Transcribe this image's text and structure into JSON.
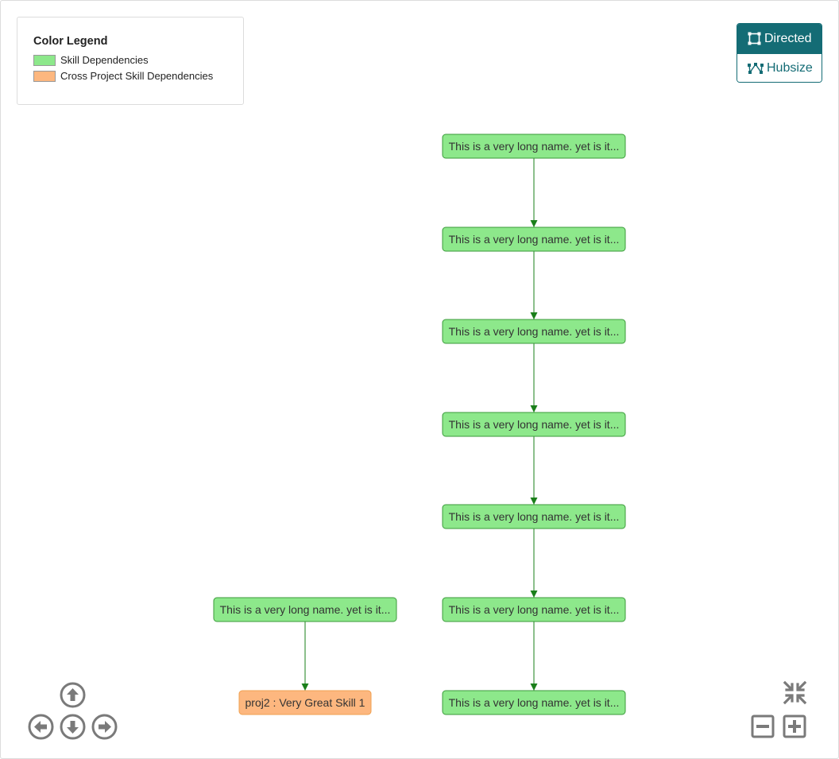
{
  "legend": {
    "title": "Color Legend",
    "items": [
      {
        "label": "Skill Dependencies",
        "color": "#8de88b",
        "border": "#7ac27a"
      },
      {
        "label": "Cross Project Skill Dependencies",
        "color": "#fdb77f",
        "border": "#e8a06a"
      }
    ]
  },
  "layout_toggle": {
    "directed_label": "Directed",
    "hubsize_label": "Hubsize",
    "accent": "#146c75"
  },
  "graph": {
    "nodes": [
      {
        "id": "n1",
        "label": "This is a very long name. yet is it...",
        "kind": "skill"
      },
      {
        "id": "n2",
        "label": "This is a very long name. yet is it...",
        "kind": "skill"
      },
      {
        "id": "n3",
        "label": "This is a very long name. yet is it...",
        "kind": "skill"
      },
      {
        "id": "n4",
        "label": "This is a very long name. yet is it...",
        "kind": "skill"
      },
      {
        "id": "n5",
        "label": "This is a very long name. yet is it...",
        "kind": "skill"
      },
      {
        "id": "n6",
        "label": "This is a very long name. yet is it...",
        "kind": "skill"
      },
      {
        "id": "n7",
        "label": "This is a very long name. yet is it...",
        "kind": "skill"
      },
      {
        "id": "n8",
        "label": "This is a very long name. yet is it...",
        "kind": "skill"
      },
      {
        "id": "n9",
        "label": "proj2 : Very Great Skill 1",
        "kind": "cross"
      }
    ],
    "edges": [
      {
        "from": "n1",
        "to": "n2"
      },
      {
        "from": "n2",
        "to": "n3"
      },
      {
        "from": "n3",
        "to": "n4"
      },
      {
        "from": "n4",
        "to": "n5"
      },
      {
        "from": "n5",
        "to": "n6"
      },
      {
        "from": "n6",
        "to": "n7"
      },
      {
        "from": "n8",
        "to": "n9"
      }
    ],
    "colors": {
      "skill_fill": "#8de88b",
      "skill_stroke": "#3a9a3a",
      "cross_fill": "#fdb77f",
      "cross_stroke": "#f0a050",
      "edge": "#1a7f1a",
      "text": "#333333"
    }
  },
  "controls": {
    "nav": [
      "up-arrow-icon",
      "left-arrow-icon",
      "down-arrow-icon",
      "right-arrow-icon"
    ],
    "zoom": [
      "fit-compress-icon",
      "zoom-out-icon",
      "zoom-in-icon"
    ],
    "color": "#7a7a7a"
  }
}
